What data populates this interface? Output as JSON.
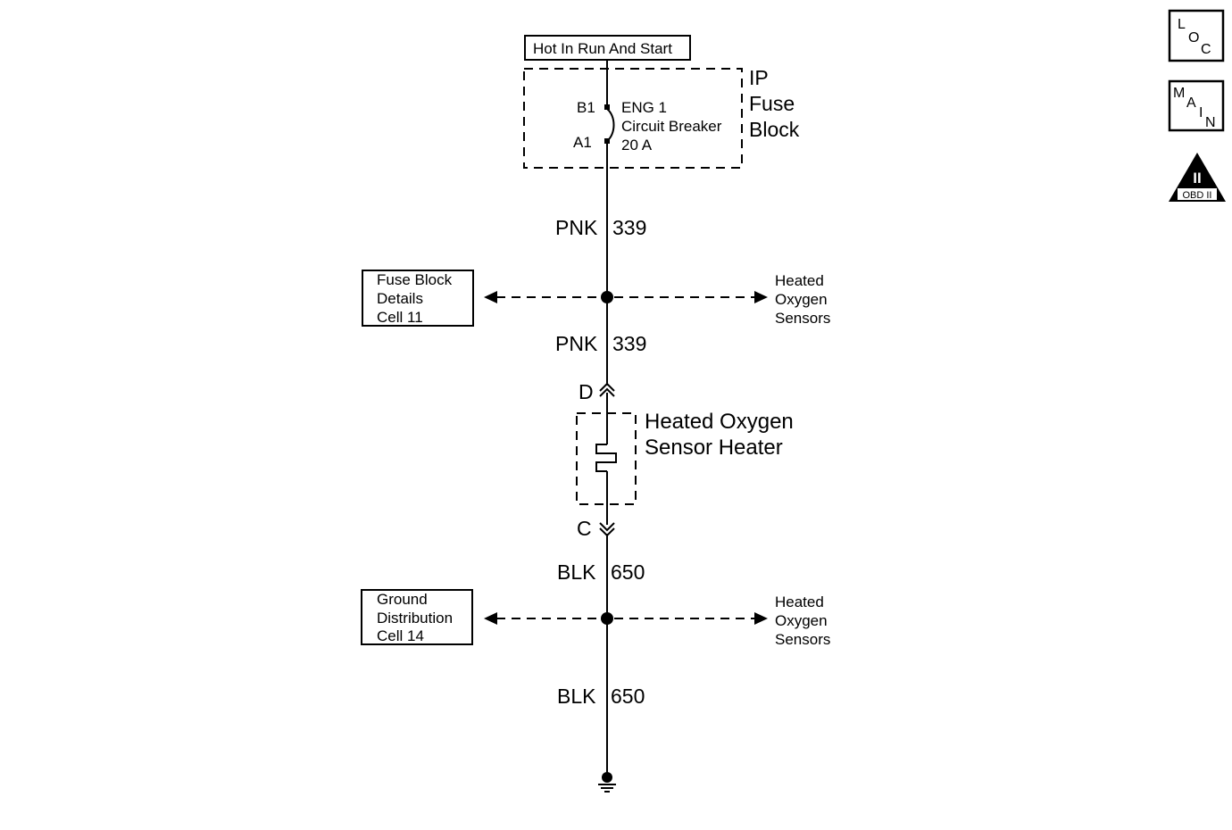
{
  "power_label": "Hot In Run And Start",
  "fuse_block": {
    "name_line1": "IP",
    "name_line2": "Fuse",
    "name_line3": "Block",
    "pin_top": "B1",
    "pin_bottom": "A1",
    "breaker_line1": "ENG 1",
    "breaker_line2": "Circuit Breaker",
    "breaker_line3": "20 A"
  },
  "wires": {
    "upper_1": {
      "color": "PNK",
      "circuit": "339"
    },
    "upper_2": {
      "color": "PNK",
      "circuit": "339"
    },
    "lower_1": {
      "color": "BLK",
      "circuit": "650"
    },
    "lower_2": {
      "color": "BLK",
      "circuit": "650"
    }
  },
  "splice_top": {
    "left_ref": [
      "Fuse Block",
      "Details",
      "Cell 11"
    ],
    "right_ref": [
      "Heated",
      "Oxygen",
      "Sensors"
    ]
  },
  "splice_bottom": {
    "left_ref": [
      "Ground",
      "Distribution",
      "Cell 14"
    ],
    "right_ref": [
      "Heated",
      "Oxygen",
      "Sensors"
    ]
  },
  "component": {
    "name_line1": "Heated Oxygen",
    "name_line2": "Sensor Heater",
    "connector_top": "D",
    "connector_bottom": "C"
  },
  "nav": {
    "loc": [
      "L",
      "O",
      "C"
    ],
    "main": [
      "M",
      "A",
      "I",
      "N"
    ],
    "obd_numeral": "II",
    "obd_label": "OBD II"
  }
}
